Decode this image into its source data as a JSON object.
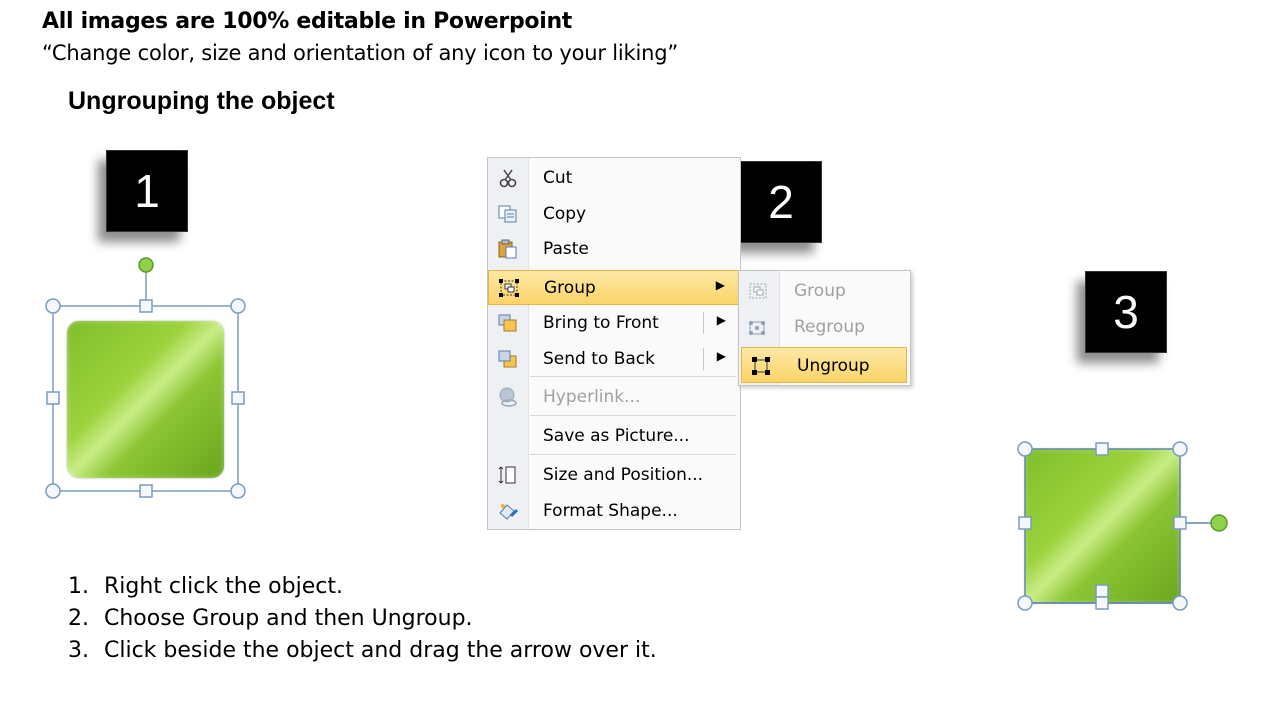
{
  "header": {
    "title": "All images are 100% editable in Powerpoint",
    "subtitle": "“Change color, size and orientation of any icon to your liking”"
  },
  "slide_title": "Ungrouping the object",
  "badges": [
    "1",
    "2",
    "3"
  ],
  "context_menu": {
    "items": [
      {
        "label": "Cut",
        "icon": "scissors-icon"
      },
      {
        "label": "Copy",
        "icon": "copy-icon"
      },
      {
        "label": "Paste",
        "icon": "paste-icon"
      },
      {
        "label": "Group",
        "icon": "group-icon",
        "highlighted": true,
        "submenu": true
      },
      {
        "label": "Bring to Front",
        "icon": "bring-to-front-icon",
        "submenu": true
      },
      {
        "label": "Send to Back",
        "icon": "send-to-back-icon",
        "submenu": true
      },
      {
        "label": "Hyperlink...",
        "icon": "hyperlink-icon",
        "disabled": true
      },
      {
        "label": "Save as Picture...",
        "icon": ""
      },
      {
        "label": "Size and Position...",
        "icon": "size-position-icon"
      },
      {
        "label": "Format Shape...",
        "icon": "format-shape-icon"
      }
    ]
  },
  "submenu": {
    "items": [
      {
        "label": "Group",
        "icon": "group-icon",
        "disabled": true
      },
      {
        "label": "Regroup",
        "icon": "regroup-icon",
        "disabled": true
      },
      {
        "label": "Ungroup",
        "icon": "ungroup-icon",
        "highlighted": true
      }
    ]
  },
  "steps": [
    {
      "num": "1.",
      "text": "Right click the object."
    },
    {
      "num": "2.",
      "text": "Choose Group and then Ungroup."
    },
    {
      "num": "3.",
      "text": "Click beside the object and drag the arrow over it."
    }
  ],
  "colors": {
    "green": "#8cc634",
    "handle": "#6a8fb5",
    "rotate_handle": "#7ccf3a",
    "menu_highlight": "#fbd468"
  }
}
